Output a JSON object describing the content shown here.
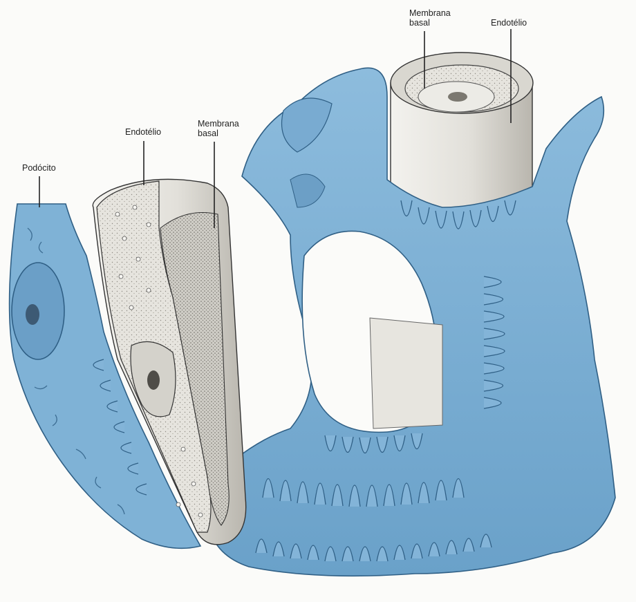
{
  "labels": {
    "podocito": "Podócito",
    "endotelio_left": "Endotélio",
    "membrana_left_line1": "Membrana",
    "membrana_left_line2": "basal",
    "membrana_top_line1": "Membrana",
    "membrana_top_line2": "basal",
    "endotelio_top": "Endotélio"
  },
  "colors": {
    "podocyte_blue": "#7fb2d6",
    "podocyte_dark": "#5a93bf",
    "capillary_gray": "#e4e2dc",
    "nucleus": "#4a6f8c",
    "background": "#fbfbf9"
  }
}
